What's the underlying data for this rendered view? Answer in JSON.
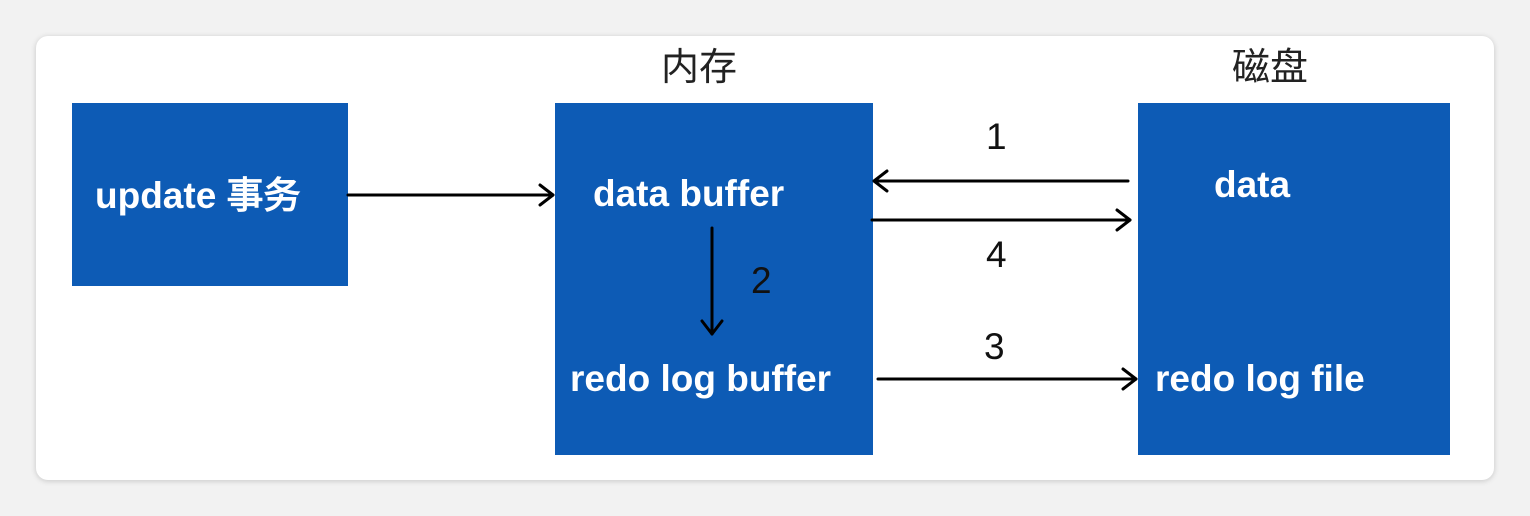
{
  "headings": {
    "memory": "内存",
    "disk": "磁盘"
  },
  "boxes": {
    "transaction": {
      "label": "update 事务"
    },
    "memory": {
      "data_buffer": "data buffer",
      "redo_log_buffer": "redo log buffer"
    },
    "disk": {
      "data": "data",
      "redo_log_file": "redo log file"
    }
  },
  "steps": {
    "step1": "1",
    "step2": "2",
    "step3": "3",
    "step4": "4"
  },
  "colors": {
    "box_fill": "#0d5bb5",
    "box_text": "#ffffff",
    "arrow": "#000000",
    "background": "#ffffff"
  }
}
